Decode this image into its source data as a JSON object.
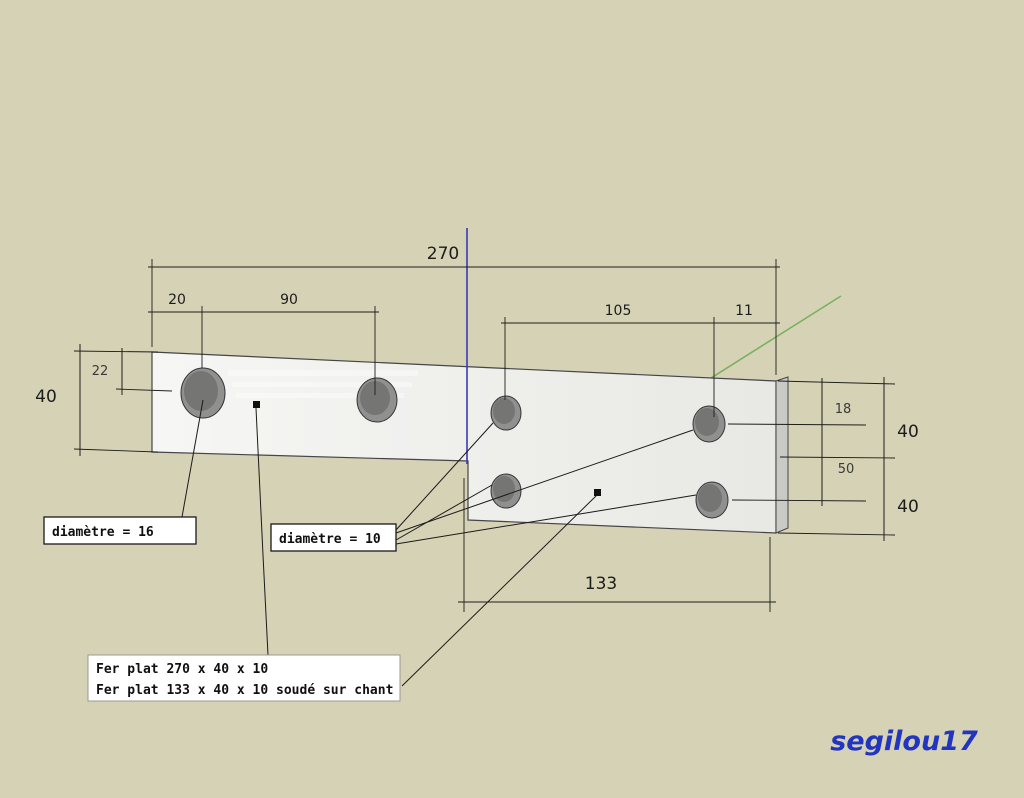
{
  "colors": {
    "background": "#d6d2b6",
    "plate_side": "#c9c9c5",
    "hole_outer": "#90908e",
    "hole_inner": "#757573",
    "line": "#1d1d1b",
    "axis_blue": "#3a3ab8",
    "axis_green": "#79b25e",
    "signature_blue": "#2135c0",
    "callout_bg": "#ffffff"
  },
  "dimensions": {
    "overall_length": "270",
    "hole1_offset": "20",
    "hole_spacing_left": "90",
    "hole_spacing_right": "105",
    "right_end_offset": "11",
    "hole1_vertical_offset": "22",
    "left_height": "40",
    "right_hole_top_offset": "18",
    "right_hole_spacing": "50",
    "right_height_top": "40",
    "right_height_bottom": "40",
    "welded_plate_length": "133"
  },
  "callouts": {
    "diameter_16": "diamètre = 16",
    "diameter_10": "diamètre = 10",
    "part_note_line1": "Fer plat 270 x 40 x 10",
    "part_note_line2": "Fer plat 133 x 40 x 10 soudé sur chant"
  },
  "signature": "segilou17"
}
